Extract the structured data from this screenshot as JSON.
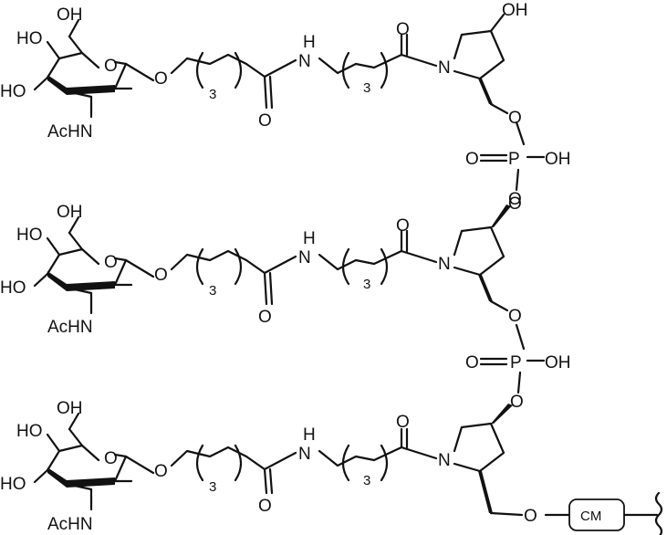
{
  "labels": {
    "oh": "OH",
    "ho": "HO",
    "o": "O",
    "nh_h": "H",
    "n": "N",
    "acnh": "AcHN",
    "p": "P",
    "repeat": "3",
    "solid_support": "CM"
  }
}
